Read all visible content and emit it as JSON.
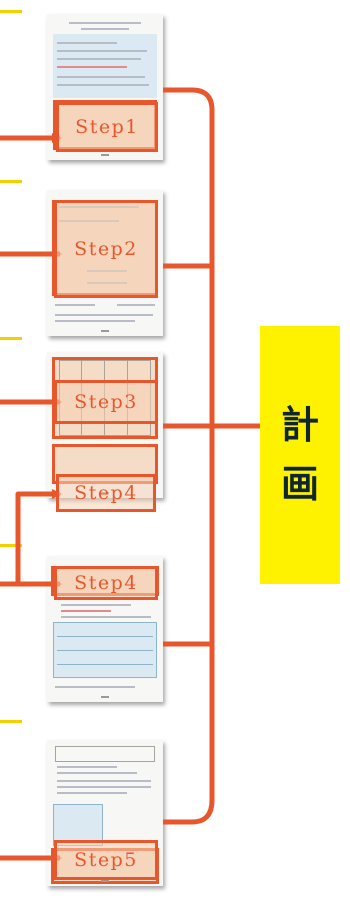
{
  "steps": {
    "step1": "Step1",
    "step2": "Step2",
    "step3": "Step3",
    "step4a": "Step4",
    "step4b": "Step4",
    "step5": "Step5"
  },
  "badge": {
    "char1": "計",
    "char2": "画"
  },
  "colors": {
    "accent": "#e8572c",
    "badge_bg": "#fff200",
    "badge_text": "#0f2630",
    "marker": "#f4d000"
  }
}
